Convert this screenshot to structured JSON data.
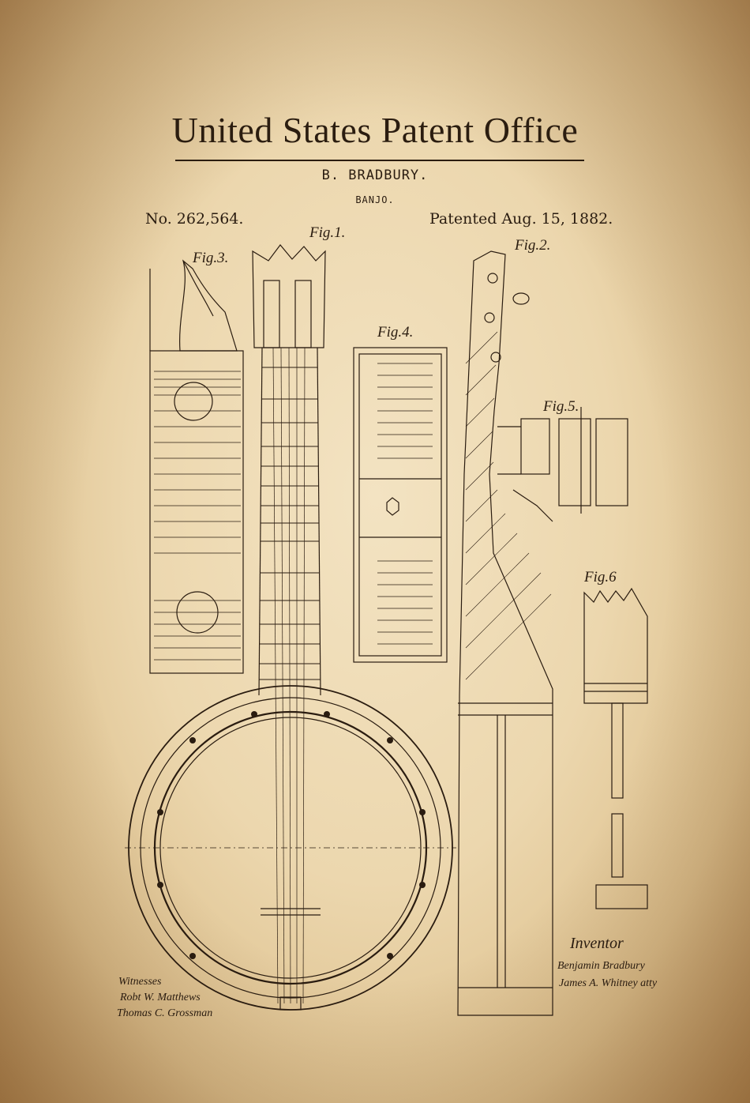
{
  "header": {
    "office": "United States Patent Office",
    "inventor": "B. BRADBURY.",
    "invention": "BANJO.",
    "patent_number": "No. 262,564.",
    "patent_date": "Patented Aug. 15, 1882."
  },
  "figures": {
    "fig1": "Fig.1.",
    "fig2": "Fig.2.",
    "fig3": "Fig.3.",
    "fig4": "Fig.4.",
    "fig5": "Fig.5.",
    "fig6": "Fig.6"
  },
  "footer": {
    "witnesses_label": "Witnesses",
    "inventor_label": "Inventor",
    "witness_signatures": [
      "Robt W. Matthews",
      "Thomas C. Grossman"
    ],
    "inventor_signature": "Benjamin Bradbury",
    "attorney_signature": "James A. Whitney atty"
  },
  "colors": {
    "paper": "#ecd7ae",
    "ink": "#2a1c10"
  }
}
